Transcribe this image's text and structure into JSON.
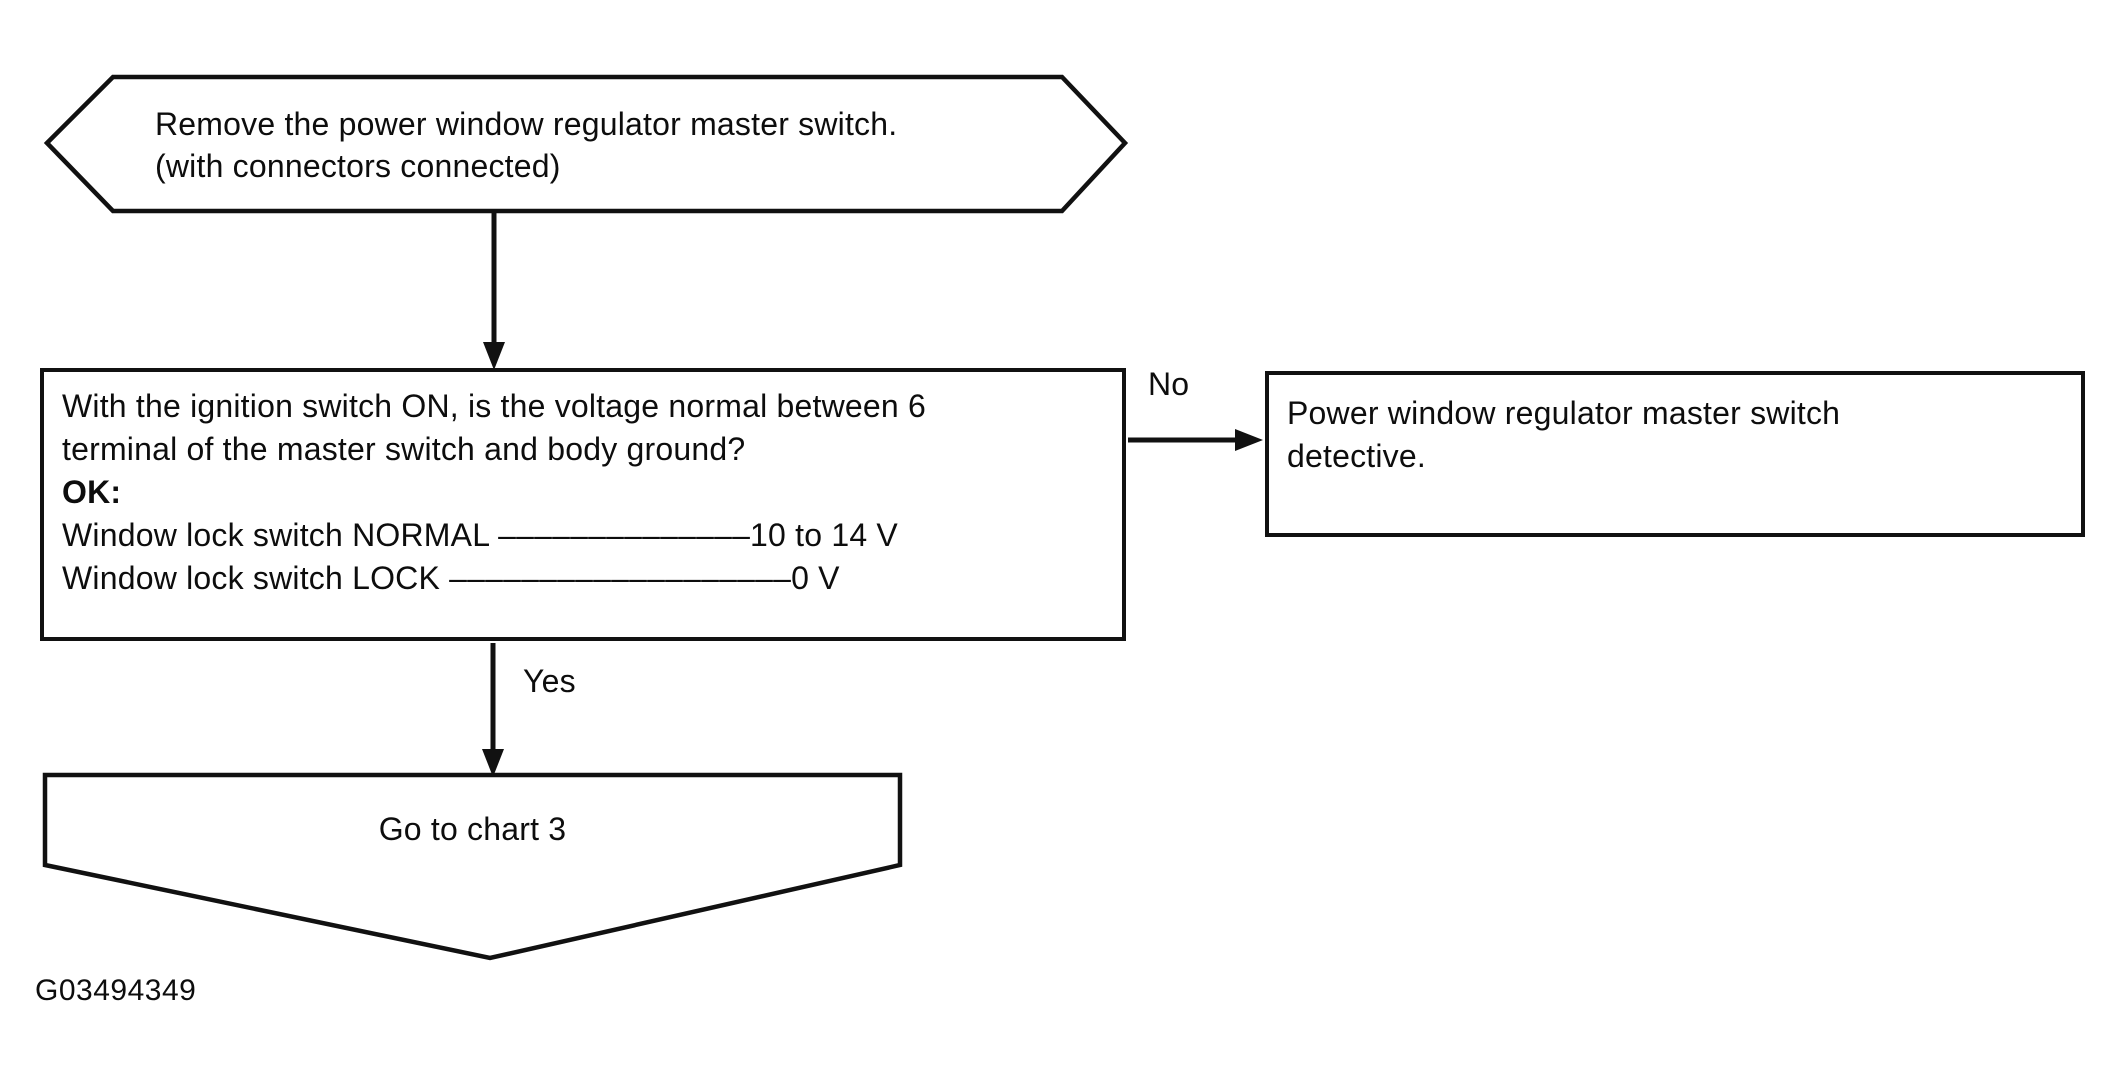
{
  "flowchart": {
    "start_node": {
      "line1": "Remove the power window regulator master switch.",
      "line2": "(with connectors connected)"
    },
    "decision_node": {
      "line1": "With the ignition switch ON, is the voltage normal between 6",
      "line2": "terminal of the master switch and body ground?",
      "line3": "OK:",
      "line4": "Window lock switch NORMAL ––––––––––––––10 to 14 V",
      "line5": "Window lock switch LOCK –––––––––––––––––––0 V"
    },
    "no_branch": {
      "label": "No",
      "result_line1": "Power window regulator master switch",
      "result_line2": "detective."
    },
    "yes_branch": {
      "label": "Yes",
      "target": "Go to chart 3"
    },
    "figure_id": "G03494349"
  },
  "colors": {
    "ink": "#111111",
    "background": "#ffffff"
  }
}
